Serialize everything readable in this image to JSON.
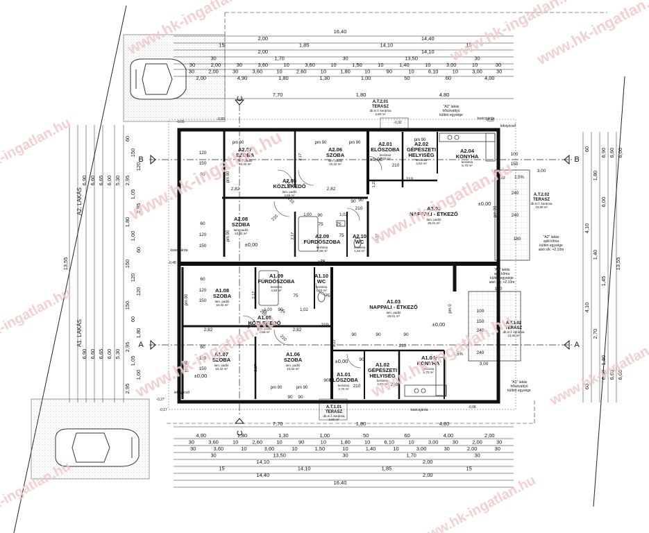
{
  "watermark": "www.hk-ingatlan.hu",
  "section_markers": {
    "a": "A",
    "b": "B",
    "c": "C"
  },
  "side_labels": {
    "upper": "A2. LAKÁS",
    "lower": "A1. LAKÁS"
  },
  "top_dims": {
    "total": "16,40",
    "rows": [
      [
        "2,00",
        "14,40"
      ],
      [
        "15",
        "1,85",
        "14,10",
        "15"
      ],
      [
        "2,00",
        "14,10"
      ],
      [
        "30",
        "1,70",
        "30",
        "13,50",
        "30"
      ],
      [
        "30",
        "2,00",
        "30",
        "3,60",
        "10",
        "3,60",
        "10",
        "1,50",
        "10",
        "1,40",
        "10",
        "3,00",
        "10",
        "30"
      ],
      [
        "30",
        "2,00",
        "30",
        "3,60",
        "10",
        "2,60",
        "10",
        "1,80",
        "10",
        "90",
        "10",
        "6,10",
        "10",
        "3,00",
        "30"
      ],
      [
        "2,00",
        "4,90",
        "1,80",
        "1,30",
        "1,00",
        "50",
        "60",
        "4,00"
      ]
    ],
    "mid": [
      "7,70",
      "1,80",
      "4,80"
    ]
  },
  "bottom_dims": {
    "mid": [
      "7,70",
      "1,80",
      "4,80"
    ],
    "rows": [
      [
        "4,90",
        "1,80",
        "1,30",
        "1,00",
        "50",
        "60",
        "4,00",
        "2,00"
      ],
      [
        "30",
        "3,60",
        "10",
        "2,60",
        "10",
        "90",
        "10",
        "1,80",
        "10",
        "6,10",
        "10",
        "3,00",
        "30",
        "2,00",
        "30"
      ],
      [
        "30",
        "3,60",
        "10",
        "3,60",
        "10",
        "1,50",
        "10",
        "1,40",
        "10",
        "3,00",
        "30",
        "2,00",
        "30"
      ],
      [
        "30",
        "13,50",
        "30",
        "1,70",
        "30"
      ],
      [
        "14,10",
        "2,00"
      ],
      [
        "15",
        "14,10",
        "1,85",
        "15"
      ],
      [
        "14,40",
        "2,00"
      ]
    ],
    "total": "16,40"
  },
  "left_dims": {
    "total": "13,55",
    "upper": [
      "6,90",
      "6,60",
      "6,65",
      "6,00",
      "5,30"
    ],
    "vals": [
      "60",
      "150",
      "120",
      "2,95",
      "1,05",
      "2,95",
      "1,80",
      "1,00",
      "60",
      "150",
      "120",
      "120",
      "150",
      "60",
      "1,80",
      "2,95",
      "1,05",
      "1,00",
      "2,95"
    ]
  },
  "right_dims": {
    "total": "13,55",
    "upper": [
      "6,90",
      "6,60",
      "6,00"
    ],
    "vals": [
      "60",
      "1,80",
      "6,00",
      "4,10",
      "1,40",
      "1,45",
      "4,10",
      "2,70",
      "1,80",
      "60"
    ]
  },
  "rooms": {
    "a207": {
      "code": "A2.07",
      "name": "SZOBA",
      "floor": "lam. padló",
      "area": "10,32 m²"
    },
    "a206": {
      "code": "A2.06",
      "name": "SZOBA",
      "floor": "lam. padló",
      "area": "10,32 m²"
    },
    "a205": {
      "code": "A2.05",
      "name": "KÖZLEKEDŐ",
      "floor": "lam. padló",
      "area": "4,66 m²"
    },
    "a208": {
      "code": "A2.08",
      "name": "SZOBA",
      "floor": "lam. padló",
      "area": "10,32 m²"
    },
    "a209": {
      "code": "A2.09",
      "name": "FÜRDŐSZOBA",
      "floor": "kerámia",
      "area": "4,68 m²"
    },
    "a210": {
      "code": "A2.10",
      "name": "WC",
      "floor": "kerámia",
      "area": "1,62 m²"
    },
    "a201": {
      "code": "A2.01",
      "name": "ELŐSZOBA",
      "floor": "kerámia",
      "area": "2,70 m²"
    },
    "a202": {
      "code": "A2.02",
      "name1": "GÉPÉSZETI",
      "name2": "HELYISÉG",
      "floor": "kerámia",
      "area": "2,82 m²"
    },
    "a204": {
      "code": "A2.04",
      "name": "KONYHA",
      "floor": "kerámia",
      "area": "5,70 m²"
    },
    "a203": {
      "code": "A2.03",
      "name": "NAPPALI - ÉTKEZŐ",
      "floor": "lam. padló",
      "area": "25,01 m²"
    },
    "at201": {
      "code": "A.T.2.01",
      "name": "TERASZ",
      "floor": "db.m.f. kerámia",
      "area": "3,60 m²"
    },
    "at202": {
      "code": "A.T.2.02",
      "name": "TERASZ",
      "floor": "db.m.f. kerámia",
      "area": "13,80 m²"
    },
    "a108": {
      "code": "A1.08",
      "name": "SZOBA",
      "floor": "lam. padló",
      "area": "10,32 m²"
    },
    "a109": {
      "code": "A1.09",
      "name": "FÜRDŐSZOBA",
      "floor": "kerámia",
      "area": "4,68 m²"
    },
    "a110": {
      "code": "A1.10",
      "name": "WC",
      "floor": "kerámia",
      "area": "1,62 m²"
    },
    "a105": {
      "code": "A1.05",
      "name": "KÖZLEKEDŐ",
      "floor": "lam. padló",
      "area": "4,66 m²"
    },
    "a103": {
      "code": "A1.03",
      "name": "NAPPALI - ÉTKEZŐ",
      "floor": "lam. padló",
      "area": "25,01 m²"
    },
    "a107": {
      "code": "A1.07",
      "name": "SZOBA",
      "floor": "lam. padló",
      "area": "10,32 m²"
    },
    "a106": {
      "code": "A1.06",
      "name": "SZOBA",
      "floor": "lam. padló",
      "area": "10,32 m²"
    },
    "a101": {
      "code": "A1.01",
      "name": "ELŐSZOBA",
      "floor": "kerámia",
      "area": "2,70 m²"
    },
    "a102": {
      "code": "A1.02",
      "name1": "GÉPÉSZETI",
      "name2": "HELYISÉG",
      "floor": "kerámia",
      "area": "2,82 m²"
    },
    "a104": {
      "code": "A1.04",
      "name": "KONYHA",
      "floor": "kerámia",
      "area": "5,70 m²"
    },
    "at101": {
      "code": "A.T.1.01",
      "name": "TERASZ",
      "floor": "db.m.f. kerámia",
      "area": "3,60 m²"
    },
    "at102": {
      "code": "A.T.1.02",
      "name": "TERASZ",
      "floor": "db.m.f. kerámia",
      "area": "13,80 m²"
    }
  },
  "annotations": {
    "zero": "±0,00",
    "pm90": "pm 90",
    "pm0": "pm 0",
    "h210": "210",
    "d90": "90",
    "d75": "75",
    "d120": "120",
    "d150": "150",
    "d100": "100",
    "d240": "240",
    "d60": "60",
    "d180": "180",
    "d300": "3,00",
    "area282": "2,82",
    "a217": "2,17",
    "h102": "1,02",
    "h100": "1,00",
    "h122": "1,22",
    "h197": "1,97",
    "kavicsjarda": "kavicsjárda",
    "lefolyocso": "lefolyócső",
    "slope": "1,5%",
    "lvl_m048": "-0,48",
    "lvl_m080": "-0,80",
    "lvl_m065": "-0,65",
    "lvl_m035": "-0,35",
    "lvl_m032": "-0,32",
    "lvl_m002": "-0,02",
    "lvl_m017": "-0,17",
    "lvl_m027": "-0,27",
    "lvl_m008": "-0,08",
    "hoszivattyu_a2": [
      "\"A2\" lakás",
      "hőszivattyú",
      "kültéri egysége"
    ],
    "hoszivattyu_a1": [
      "\"A1\" lakás",
      "hőszivattyú",
      "kültéri egysége"
    ],
    "klima_a2": [
      "\"A2\" lakás",
      "split klíma",
      "kültéri egysége",
      "alsó sík: +2,10m"
    ],
    "klima_a1": [
      "\"A1\" lakás",
      "split klíma",
      "kültéri egysége",
      "alsó sík: +2,10m"
    ]
  }
}
